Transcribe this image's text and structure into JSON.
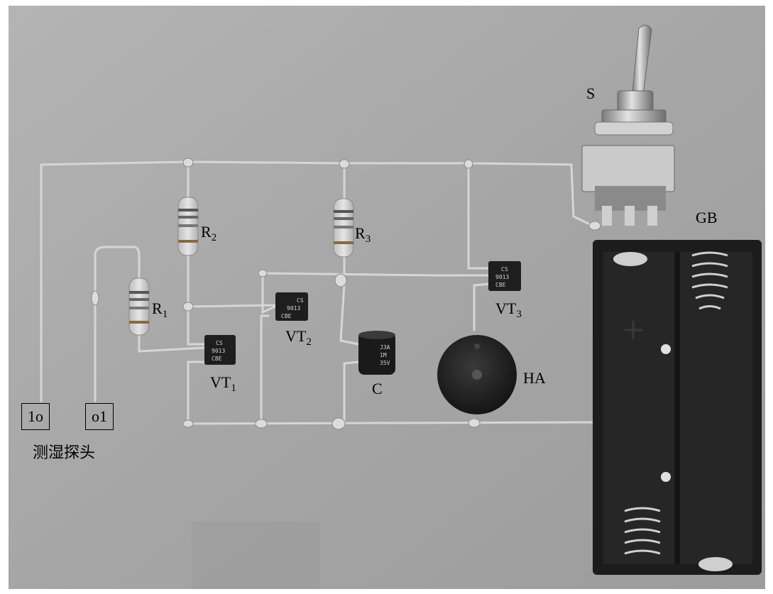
{
  "labels": {
    "s": "S",
    "gb": "GB",
    "r1": "R",
    "r1_sub": "1",
    "r2": "R",
    "r2_sub": "2",
    "r3": "R",
    "r3_sub": "3",
    "vt1": "VT",
    "vt1_sub": "1",
    "vt2": "VT",
    "vt2_sub": "2",
    "vt3": "VT",
    "vt3_sub": "3",
    "c": "C",
    "ha": "HA"
  },
  "probe": {
    "left_terminal": "1o",
    "right_terminal": "o1",
    "caption": "测湿探头"
  },
  "components": {
    "transistor_markings": [
      "CS",
      "9013",
      "CBE"
    ],
    "capacitor_markings": [
      "J3A",
      "1M",
      "35V"
    ]
  },
  "colors": {
    "background": "#a8a8a8",
    "wire": "#d8d8d8",
    "component_dark": "#1e1e1e"
  }
}
